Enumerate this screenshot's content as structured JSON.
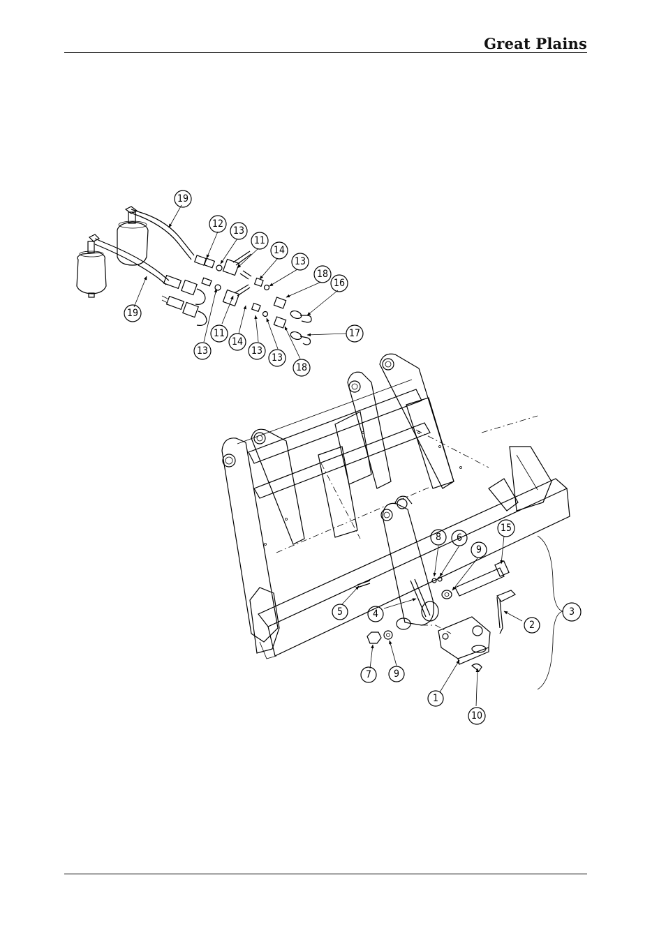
{
  "header": {
    "brand": "Great Plains"
  },
  "callouts": [
    {
      "id": "c19a",
      "label": "19"
    },
    {
      "id": "c12",
      "label": "12"
    },
    {
      "id": "c13a",
      "label": "13"
    },
    {
      "id": "c11a",
      "label": "11"
    },
    {
      "id": "c14a",
      "label": "14"
    },
    {
      "id": "c13b",
      "label": "13"
    },
    {
      "id": "c18a",
      "label": "18"
    },
    {
      "id": "c16",
      "label": "16"
    },
    {
      "id": "c19b",
      "label": "19"
    },
    {
      "id": "c17",
      "label": "17"
    },
    {
      "id": "c11b",
      "label": "11"
    },
    {
      "id": "c13c",
      "label": "13"
    },
    {
      "id": "c14b",
      "label": "14"
    },
    {
      "id": "c13d",
      "label": "13"
    },
    {
      "id": "c13e",
      "label": "13"
    },
    {
      "id": "c18b",
      "label": "18"
    },
    {
      "id": "c8",
      "label": "8"
    },
    {
      "id": "c6",
      "label": "6"
    },
    {
      "id": "c15",
      "label": "15"
    },
    {
      "id": "c9a",
      "label": "9"
    },
    {
      "id": "c5",
      "label": "5"
    },
    {
      "id": "c4",
      "label": "4"
    },
    {
      "id": "c2",
      "label": "2"
    },
    {
      "id": "c3",
      "label": "3"
    },
    {
      "id": "c7",
      "label": "7"
    },
    {
      "id": "c9b",
      "label": "9"
    },
    {
      "id": "c1",
      "label": "1"
    },
    {
      "id": "c10",
      "label": "10"
    }
  ]
}
